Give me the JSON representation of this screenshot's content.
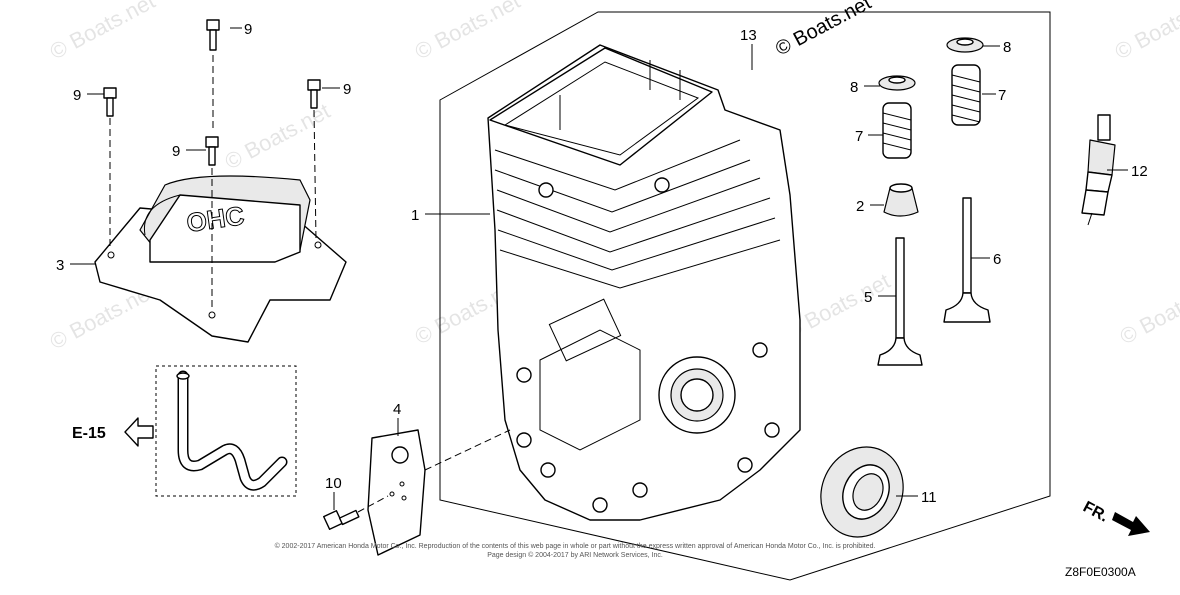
{
  "watermark": {
    "top_text": "© Boats.net",
    "repeat_text": "© Boats.net"
  },
  "callouts": {
    "c1": "1",
    "c2": "2",
    "c3": "3",
    "c4": "4",
    "c5": "5",
    "c6": "6",
    "c7a": "7",
    "c7b": "7",
    "c8a": "8",
    "c8b": "8",
    "c9a": "9",
    "c9b": "9",
    "c9c": "9",
    "c9d": "9",
    "c10": "10",
    "c11": "11",
    "c12": "12",
    "c13": "13"
  },
  "reference": {
    "section_ref": "E-15",
    "direction": "FR."
  },
  "diagram_code": "Z8F0E0300A",
  "copyright": {
    "line1": "© 2002-2017 American Honda Motor Co., Inc. Reproduction of the contents of this web page in whole or part without the express written approval of American Honda Motor Co., Inc. is prohibited.",
    "line2": "Page design © 2004-2017 by ARI Network Services, Inc."
  },
  "parts": {
    "head_cover": "head-cover",
    "cylinder_block": "cylinder-barrel",
    "spark_plug": "spark-plug",
    "oil_seal": "oil-seal",
    "breather_plate": "breather-plate",
    "breather_tube": "breather-tube"
  }
}
